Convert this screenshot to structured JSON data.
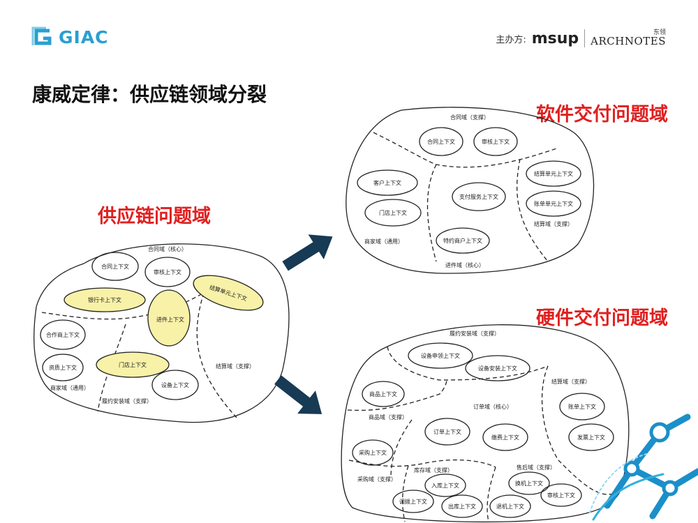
{
  "header": {
    "logo_text": "GIAC",
    "sponsor_label": "主办方:",
    "sponsor_msup": "msup",
    "sponsor_archnotes": "ARCHNOTES",
    "sponsor_archnotes_cn": "东领"
  },
  "slide_title": "康威定律：供应链领域分裂",
  "colors": {
    "accent_red": "#e02020",
    "arrow": "#173a55",
    "context_highlight": "#f8f1a8",
    "logo_blue": "#2a9fd0"
  },
  "supply_chain": {
    "title": "供应链问题域",
    "labels": {
      "contract_domain": "合同域（核心）",
      "contract_ctx": "合同上下文",
      "review_ctx": "审核上下文",
      "bank_ctx": "银行卡上下文",
      "settle_ctx": "结算单元上下文",
      "invest_ctx": "进件上下文",
      "partner_ctx": "合作商上下文",
      "qualify_ctx": "资质上下文",
      "store_ctx": "门店上下文",
      "device_ctx": "设备上下文",
      "merchant_domain": "商家域（通用）",
      "settle_domain": "结算域（支撑）",
      "install_domain": "履约安装域（支撑）"
    }
  },
  "software": {
    "title": "软件交付问题域",
    "labels": {
      "contract_domain": "合同域（支撑）",
      "contract_ctx": "合同上下文",
      "review_ctx": "审核上下文",
      "customer_ctx": "客户上下文",
      "store_ctx": "门店上下文",
      "payment_ctx": "支付服务上下文",
      "special_ctx": "特约商户上下文",
      "merchant_domain": "商家域（通用）",
      "invest_domain": "进件域（核心）",
      "settle_unit_ctx": "结算单元上下文",
      "bill_unit_ctx": "账单单元上下文",
      "settle_domain": "结算域（支撑）"
    }
  },
  "hardware": {
    "title": "硬件交付问题域",
    "labels": {
      "install_domain": "履约安装域（支撑）",
      "device_apply_ctx": "设备申领上下文",
      "device_install_ctx": "设备安装上下文",
      "settle_domain": "结算域（支撑）",
      "goods_ctx": "商品上下文",
      "order_domain": "订单域（核心）",
      "bill_ctx": "账单上下文",
      "goods_domain": "商品域（支撑）",
      "order_ctx": "订单上下文",
      "fee_ctx": "缴费上下文",
      "invoice_ctx": "发票上下文",
      "purchase_ctx": "采购上下文",
      "purchase_domain": "采购域（支撑）",
      "stock_domain": "库存域（支撑）",
      "inbound_ctx": "入库上下文",
      "transfer_ctx": "调拨上下文",
      "outbound_ctx": "出库上下文",
      "aftersale_domain": "售后域（支撑）",
      "swap_ctx": "换机上下文",
      "return_ctx": "退机上下文",
      "review_ctx": "审核上下文"
    }
  }
}
